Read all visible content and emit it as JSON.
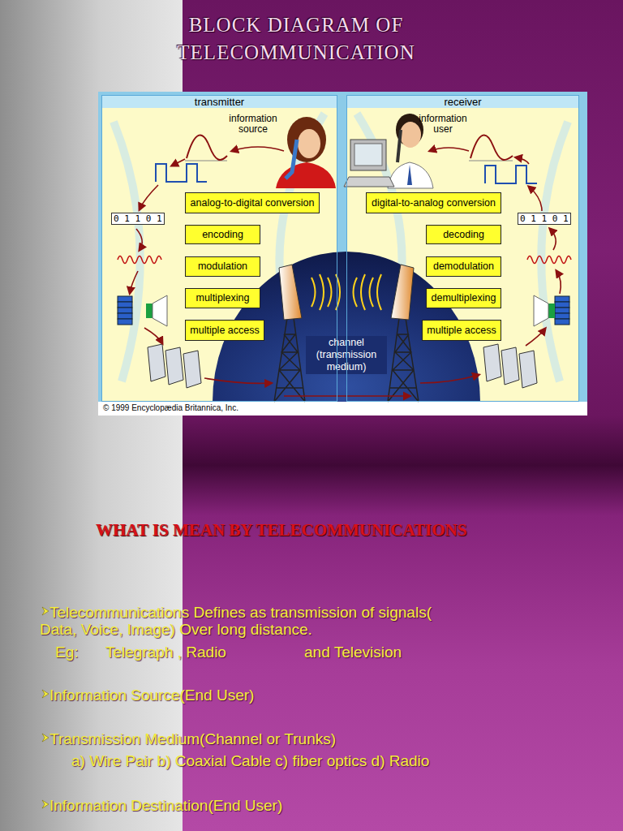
{
  "diagram": {
    "title": "BLOCK DIAGRAM OF TELECOMMUNICATION",
    "nodes": [
      {
        "text": [
          "transmitter"
        ]
      },
      {
        "text": [
          "analog-to-digital conversion"
        ],
        "in": 0
      },
      {
        "text": [
          "encoding"
        ],
        "in": 0
      },
      {
        "text": [
          "modulation"
        ],
        "in": 0
      },
      {
        "text": [
          "multiplexing"
        ],
        "in": 0
      },
      {
        "text": [
          "multiple access"
        ],
        "in": 0
      },
      {
        "text": [
          "receiver"
        ]
      },
      {
        "text": [
          "digital-to-analog conversion"
        ],
        "in": 6
      },
      {
        "text": [
          "decoding"
        ],
        "in": 6
      },
      {
        "text": [
          "demodulation"
        ],
        "in": 6
      },
      {
        "text": [
          "demultiplexing"
        ],
        "in": 6
      },
      {
        "text": [
          "multiple access"
        ],
        "in": 6
      }
    ],
    "labels": [
      "information source",
      "information user",
      "0 1 1 0 1",
      "0 1 1 0 1",
      "channel (transmission medium)",
      "© 1999 Encyclopædia Britannica, Inc.",
      "WHAT IS MEAN BY TELECOMMUNICATIONS",
      "Telecommunications Defines as transmission of signals( Data, Voice, Image) Over long distance.",
      "Eg:",
      "Telegraph , Radio",
      "and Television",
      "Information Source(End User)",
      "Transmission Medium(Channel or Trunks)",
      "a) Wire Pair b) Coaxial Cable c) fiber optics d) Radio",
      "Information Destination(End User)"
    ]
  }
}
